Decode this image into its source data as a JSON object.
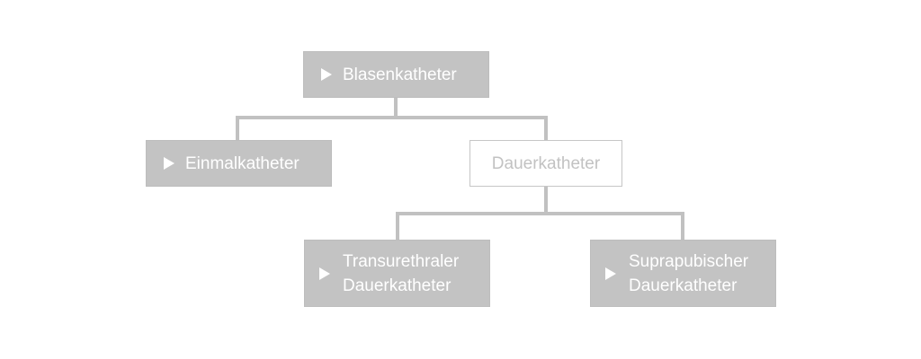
{
  "diagram": {
    "root": {
      "label": "Blasenkatheter",
      "icon": "play-arrow-icon"
    },
    "level1": [
      {
        "label": "Einmalkatheter",
        "icon": "play-arrow-icon"
      },
      {
        "label": "Dauerkatheter"
      }
    ],
    "level2": [
      {
        "lines": [
          "Transurethraler",
          "Dauerkatheter"
        ],
        "icon": "play-arrow-icon"
      },
      {
        "lines": [
          "Suprapubischer",
          "Dauerkatheter"
        ],
        "icon": "play-arrow-icon"
      }
    ],
    "colors": {
      "node_fill": "#c3c3c3",
      "connector": "#c1c1c1",
      "outlined_text": "#c2c2c2",
      "outlined_border": "#c6c6c6"
    }
  }
}
